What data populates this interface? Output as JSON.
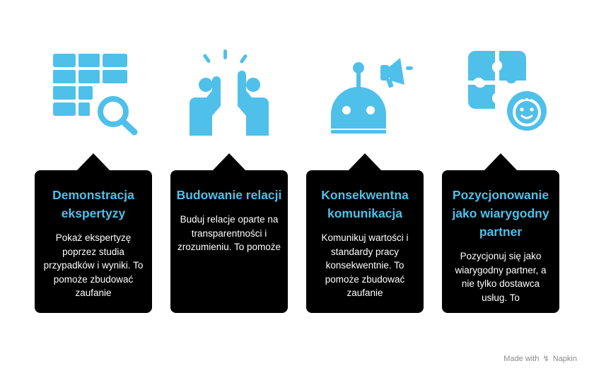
{
  "colors": {
    "accent": "#4fc0ea",
    "card_bg": "#000000",
    "card_text": "#ffffff"
  },
  "steps": [
    {
      "icon": "table-search-icon",
      "title": "Demonstracja ekspertyzy",
      "text": "Pokaż ekspertyzę poprzez studia przypadków i wyniki. To pomoże zbudować zaufanie"
    },
    {
      "icon": "high-five-icon",
      "title": "Budowanie relacji",
      "text": "Buduj relacje oparte na transparentności i zrozumieniu. To pomoże"
    },
    {
      "icon": "robot-megaphone-icon",
      "title": "Konsekwentna komunikacja",
      "text": "Komunikuj wartości i standardy pracy konsekwentnie. To pomoże zbudować zaufanie"
    },
    {
      "icon": "puzzle-baby-icon",
      "title": "Pozycjonowanie jako wiarygodny partner",
      "text": "Pozycjonuj się jako wiarygodny partner, a nie tylko dostawca usług. To"
    }
  ],
  "footer": {
    "made_with": "Made with",
    "brand": "Napkin"
  }
}
